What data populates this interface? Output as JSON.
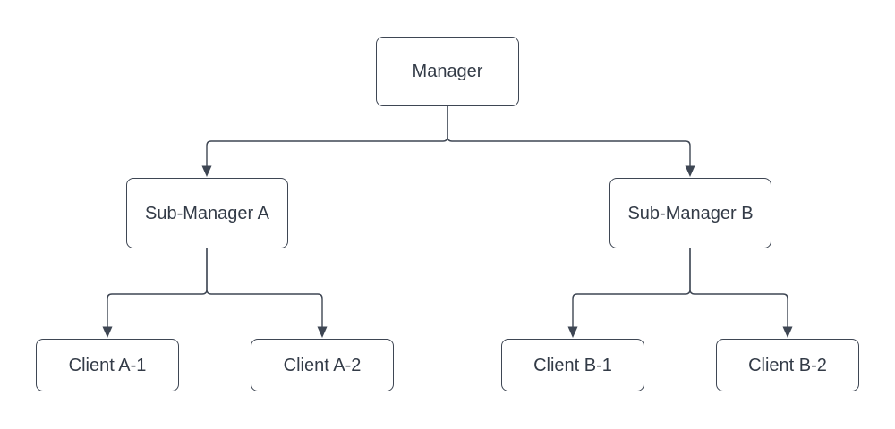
{
  "diagram": {
    "type": "org-chart-tree",
    "nodes": [
      {
        "id": "manager",
        "label": "Manager",
        "level": 0
      },
      {
        "id": "sub-manager-a",
        "label": "Sub-Manager A",
        "level": 1
      },
      {
        "id": "sub-manager-b",
        "label": "Sub-Manager B",
        "level": 1
      },
      {
        "id": "client-a1",
        "label": "Client A-1",
        "level": 2
      },
      {
        "id": "client-a2",
        "label": "Client A-2",
        "level": 2
      },
      {
        "id": "client-b1",
        "label": "Client B-1",
        "level": 2
      },
      {
        "id": "client-b2",
        "label": "Client B-2",
        "level": 2
      }
    ],
    "edges": [
      {
        "from": "Manager",
        "to": "Sub-Manager A",
        "arrow": "target"
      },
      {
        "from": "Manager",
        "to": "Sub-Manager B",
        "arrow": "target"
      },
      {
        "from": "Sub-Manager A",
        "to": "Client A-1",
        "arrow": "target"
      },
      {
        "from": "Sub-Manager A",
        "to": "Client A-2",
        "arrow": "target"
      },
      {
        "from": "Sub-Manager B",
        "to": "Client B-1",
        "arrow": "target"
      },
      {
        "from": "Sub-Manager B",
        "to": "Client B-2",
        "arrow": "target"
      }
    ],
    "colors": {
      "stroke": "#3e4653",
      "text": "#333b47",
      "node_fill": "#ffffff",
      "background": "#ffffff"
    }
  }
}
